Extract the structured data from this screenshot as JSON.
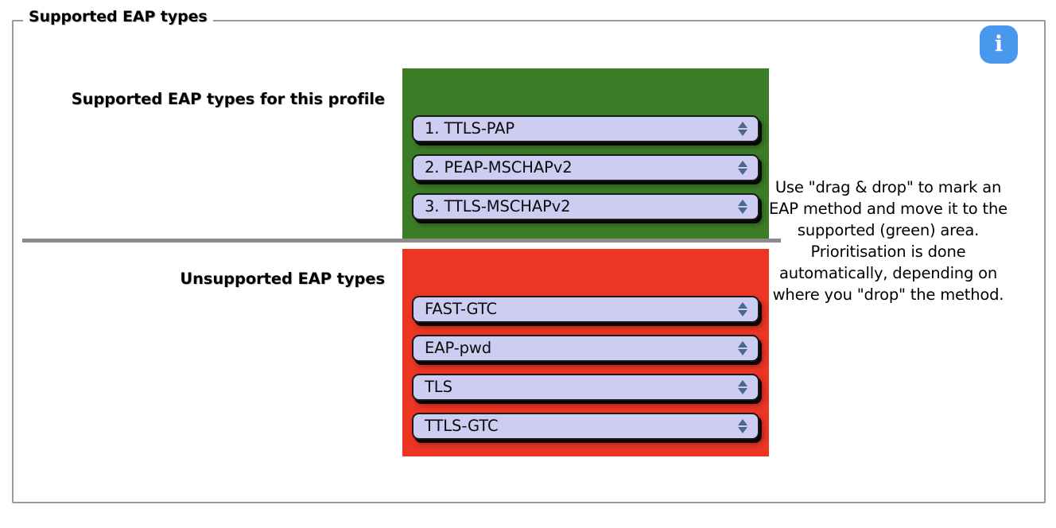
{
  "fieldset": {
    "legend": "Supported EAP types"
  },
  "info_button": {
    "icon": "info-icon",
    "glyph": "i",
    "color": "#4a97ee"
  },
  "sections": {
    "supported": {
      "label": "Supported EAP types for this profile",
      "zone_color": "#3b7d27",
      "items": [
        {
          "label": "1. TTLS-PAP"
        },
        {
          "label": "2. PEAP-MSCHAPv2"
        },
        {
          "label": "3. TTLS-MSCHAPv2"
        }
      ]
    },
    "unsupported": {
      "label": "Unsupported EAP types",
      "zone_color": "#ed3524",
      "items": [
        {
          "label": "FAST-GTC"
        },
        {
          "label": "EAP-pwd"
        },
        {
          "label": "TLS"
        },
        {
          "label": "TTLS-GTC"
        }
      ]
    }
  },
  "help": {
    "text": "Use \"drag & drop\" to mark an EAP method and move it to the supported (green) area. Prioritisation is done automatically, depending on where you \"drop\" the method."
  },
  "pill": {
    "background": "#cdcdf2",
    "border": "#1a1a1a",
    "handle_icon": "up-down-arrow-icon",
    "handle_color": "#4d6690"
  }
}
